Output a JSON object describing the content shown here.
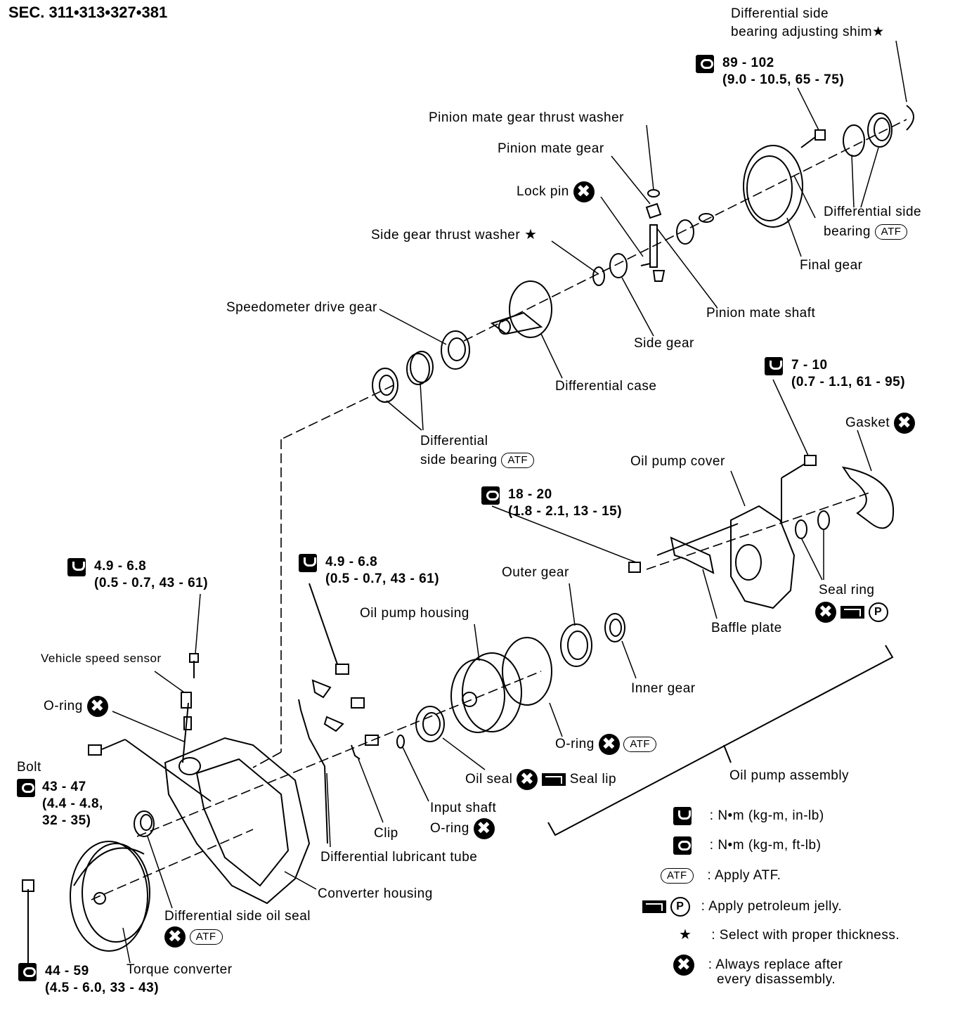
{
  "section_code": "SEC. 311•313•327•381",
  "parts": {
    "diff_side_bearing_shim": [
      "Differential side",
      "bearing adjusting shim★"
    ],
    "pinion_mate_gear_thrust_washer": "Pinion mate gear thrust washer",
    "pinion_mate_gear": "Pinion mate gear",
    "lock_pin": "Lock pin",
    "side_gear_thrust_washer": "Side gear thrust washer",
    "speedometer_drive_gear": "Speedometer drive gear",
    "differential_side_bearing_upper": [
      "Differential side",
      "bearing"
    ],
    "final_gear": "Final gear",
    "pinion_mate_shaft": "Pinion mate shaft",
    "side_gear": "Side gear",
    "differential_case": "Differential case",
    "differential_side_bearing_lower": [
      "Differential",
      "side bearing"
    ],
    "gasket": "Gasket",
    "oil_pump_cover": "Oil pump cover",
    "outer_gear": "Outer gear",
    "oil_pump_housing": "Oil pump housing",
    "seal_ring": "Seal ring",
    "baffle_plate": "Baffle plate",
    "inner_gear": "Inner gear",
    "vehicle_speed_sensor": "Vehicle speed sensor",
    "o_ring_sensor": "O-ring",
    "o_ring_pump": "O-ring",
    "bolt": "Bolt",
    "oil_seal": "Oil seal",
    "seal_lip": "Seal lip",
    "oil_pump_assembly": "Oil pump assembly",
    "input_shaft_o_ring": [
      "Input shaft",
      "O-ring"
    ],
    "clip": "Clip",
    "diff_lubricant_tube": "Differential lubricant tube",
    "converter_housing": "Converter housing",
    "diff_side_oil_seal": "Differential side oil seal",
    "torque_converter": "Torque converter"
  },
  "torques": {
    "final_gear_bolt": [
      "89 - 102",
      "(9.0 - 10.5, 65 - 75)"
    ],
    "pump_cover_bolt": [
      "7 - 10",
      "(0.7 - 1.1, 61 - 95)"
    ],
    "baffle_bolt": [
      "18 - 20",
      "(1.8 - 2.1, 13 - 15)"
    ],
    "sensor_bolt": [
      "4.9 - 6.8",
      "(0.5 - 0.7, 43 - 61)"
    ],
    "tube_bolt": [
      "4.9 - 6.8",
      "(0.5 - 0.7, 43 - 61)"
    ],
    "housing_bolt": [
      "43 - 47",
      "(4.4 - 4.8,",
      "32 - 35)"
    ],
    "converter_bolt": [
      "44 - 59",
      "(4.5 - 6.0, 33 - 43)"
    ]
  },
  "symbols": {
    "atf": "ATF",
    "replace_mark": "✖",
    "petroleum_p": "P",
    "star": "★"
  },
  "legend": [
    {
      "symbol": "torque-inlb-icon",
      "text": ":  N•m (kg-m, in-lb)"
    },
    {
      "symbol": "torque-ftlb-icon",
      "text": ":  N•m (kg-m, ft-lb)"
    },
    {
      "symbol": "atf-icon",
      "text": ":  Apply ATF."
    },
    {
      "symbol": "petroleum-jelly-icon",
      "text": ":  Apply petroleum jelly."
    },
    {
      "symbol": "star-icon",
      "text": ":  Select with proper thickness."
    },
    {
      "symbol": "replace-icon",
      "text": ":  Always replace after"
    },
    {
      "symbol": "",
      "text": "every disassembly."
    }
  ]
}
